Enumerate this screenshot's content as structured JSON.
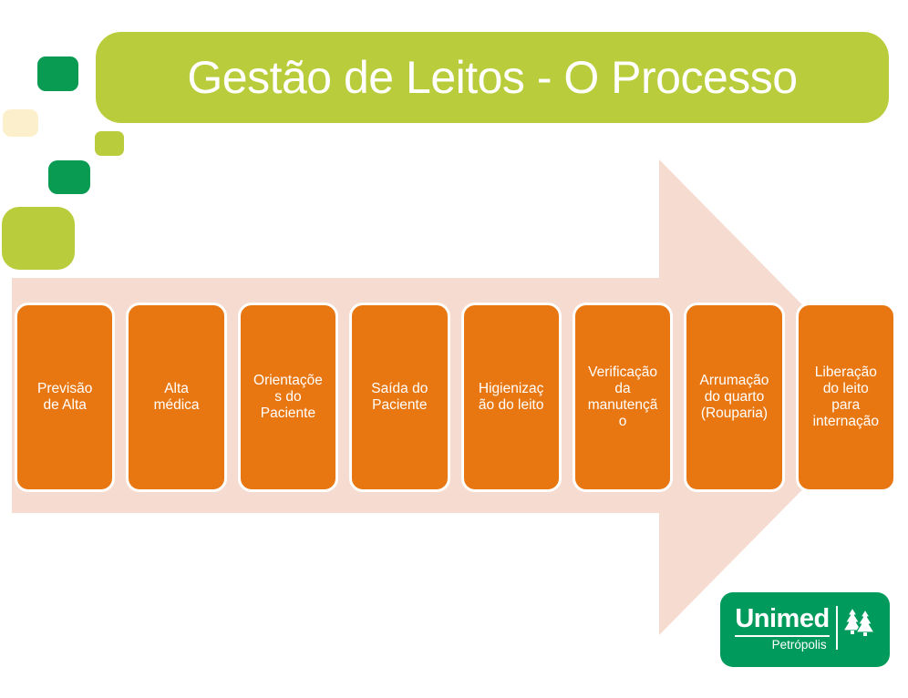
{
  "title": {
    "text": "Gestão de Leitos - O Processo"
  },
  "process": {
    "steps": [
      {
        "label": "Previsão\nde Alta"
      },
      {
        "label": "Alta\nmédica"
      },
      {
        "label": "Orientaçõe\ns do\nPaciente"
      },
      {
        "label": "Saída do\nPaciente"
      },
      {
        "label": "Higienizaç\não do leito"
      },
      {
        "label": "Verificação\nda\nmanutençã\no"
      },
      {
        "label": "Arrumação\ndo quarto\n(Rouparia)"
      },
      {
        "label": "Liberação\ndo leito\npara\ninternação"
      }
    ]
  },
  "logo": {
    "brand": "Unimed",
    "city": "Petrópolis",
    "symbol": "pine-trees-icon"
  },
  "colors": {
    "lime": "#b9cd3c",
    "dark-green": "#0a9b53",
    "cream": "#fcf0cc",
    "pink": "#f5dbd0",
    "orange": "#e87712",
    "unimed-green": "#009a5c",
    "white": "#ffffff"
  }
}
